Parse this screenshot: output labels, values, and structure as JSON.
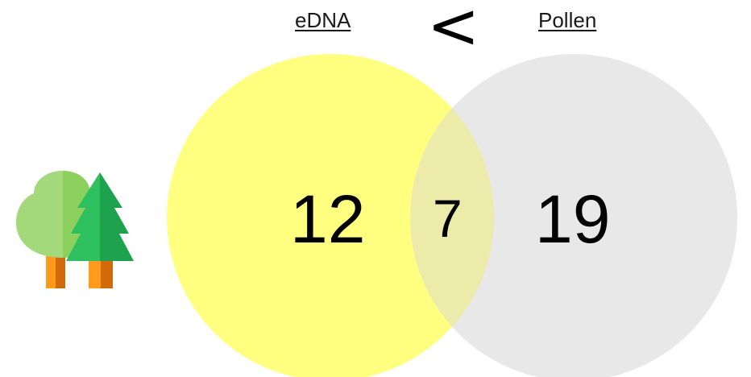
{
  "venn": {
    "set_a": {
      "label": "eDNA",
      "only_count": "12",
      "color": "#FFFF80"
    },
    "set_b": {
      "label": "Pollen",
      "only_count": "19",
      "color": "#E8E8E8"
    },
    "overlap_count": "7",
    "overlap_color": "#ECEBAA",
    "comparison_symbol": "<"
  },
  "icon": {
    "name": "forest-trees-icon",
    "colors": {
      "deciduous_light": "#A3D97A",
      "deciduous_dark": "#8CD05E",
      "conifer_light": "#2EBF5F",
      "conifer_dark": "#1FA24E",
      "trunk_light": "#FF9A1A",
      "trunk_dark": "#D06A0B"
    }
  }
}
